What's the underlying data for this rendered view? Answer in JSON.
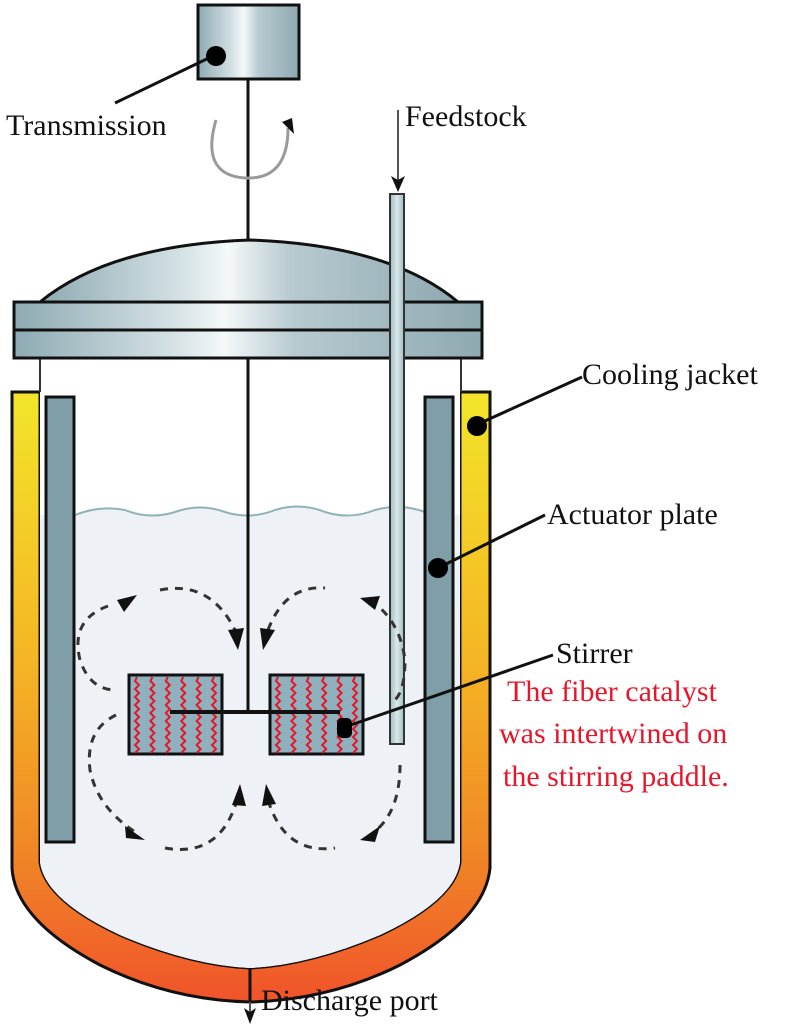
{
  "diagram": {
    "type": "stirred-tank-reactor-schematic",
    "labels": {
      "transmission": "Transmission",
      "feedstock": "Feedstock",
      "cooling_jacket": "Cooling jacket",
      "actuator_plate": "Actuator plate",
      "stirrer": "Stirrer",
      "discharge_port": "Discharge port"
    },
    "annotation": {
      "lines": [
        "The fiber catalyst",
        "was intertwined on",
        "the stirring paddle."
      ]
    },
    "colors": {
      "metal": "#9fb8c0",
      "baffle": "#7f9ea8",
      "jacket_top": "#f3e32a",
      "jacket_bottom": "#f0582a",
      "liquid": "#eef1f5",
      "liquid_surface": "#8fb3b6",
      "fiber": "#e8162a",
      "annotation_text": "#e8162a",
      "outline": "#111111",
      "rotation_arrow": "#9a9a9a"
    }
  }
}
